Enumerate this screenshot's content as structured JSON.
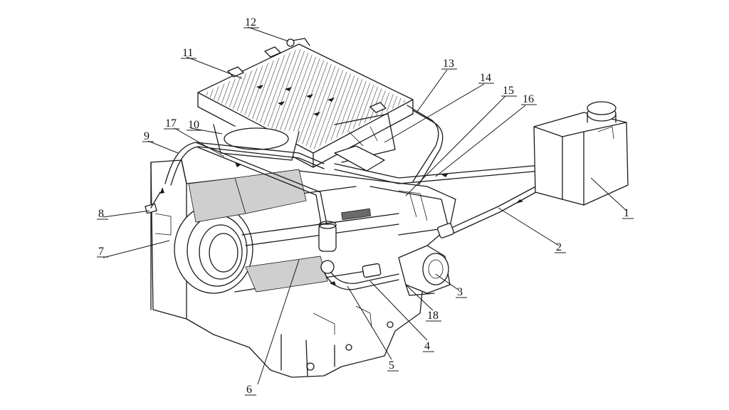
{
  "figure": {
    "callouts": [
      {
        "label": "1"
      },
      {
        "label": "2"
      },
      {
        "label": "3"
      },
      {
        "label": "4"
      },
      {
        "label": "5"
      },
      {
        "label": "6"
      },
      {
        "label": "7"
      },
      {
        "label": "8"
      },
      {
        "label": "9"
      },
      {
        "label": "10"
      },
      {
        "label": "11"
      },
      {
        "label": "12"
      },
      {
        "label": "13"
      },
      {
        "label": "14"
      },
      {
        "label": "15"
      },
      {
        "label": "16"
      },
      {
        "label": "17"
      },
      {
        "label": "18"
      }
    ]
  },
  "colors": {
    "ink": "#1a1a1a",
    "background": "#ffffff",
    "shade": "#cfcfcf"
  }
}
